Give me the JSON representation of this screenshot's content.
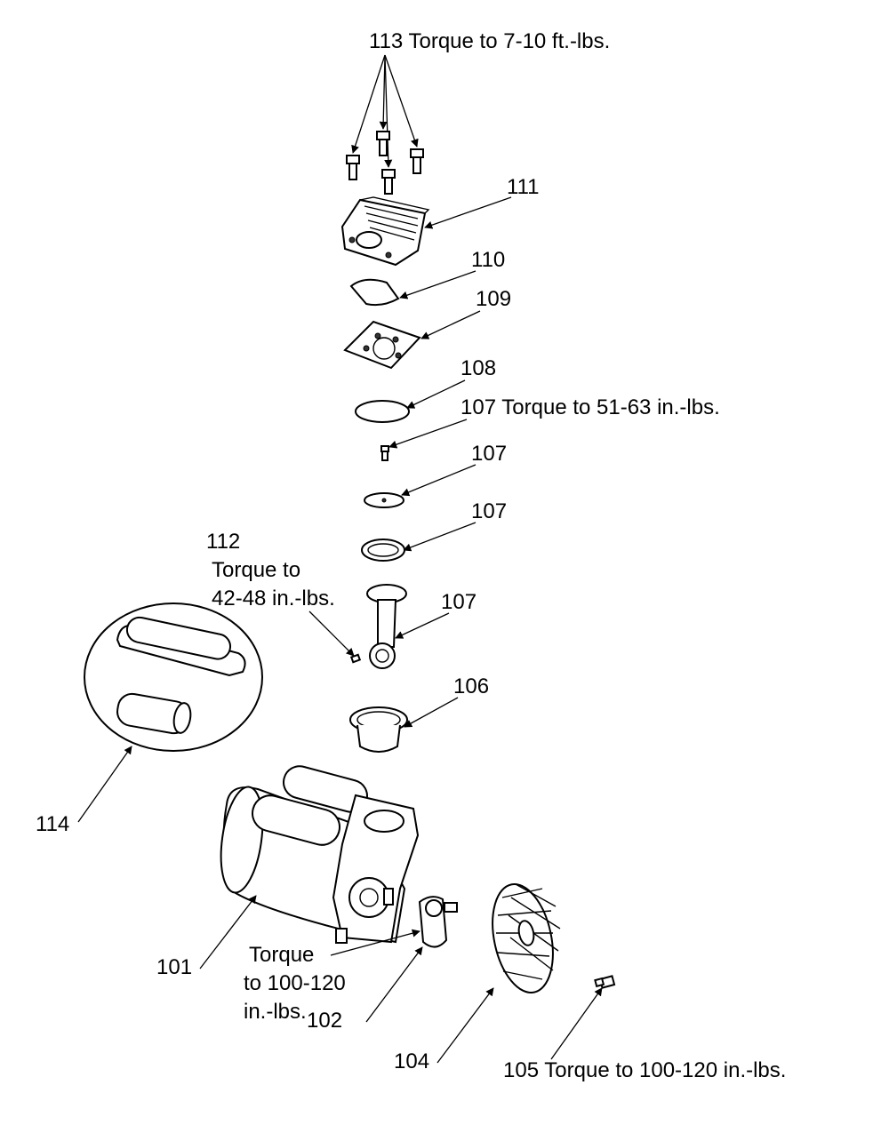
{
  "labels": {
    "l113": "113 Torque to 7-10 ft.-lbs.",
    "l111": "111",
    "l110": "110",
    "l109": "109",
    "l108": "108",
    "l107a": "107 Torque to 51-63 in.-lbs.",
    "l107b": "107",
    "l107c": "107",
    "l107d": "107",
    "l112_1": "112",
    "l112_2": "Torque to",
    "l112_3": "42-48 in.-lbs.",
    "l106": "106",
    "l114": "114",
    "l101": "101",
    "l102t_1": "Torque",
    "l102t_2": "to 100-120",
    "l102t_3": "in.-lbs.",
    "l102": "102",
    "l104": "104",
    "l105": "105 Torque to 100-120 in.-lbs."
  },
  "icons": [
    "bolt-icon",
    "cylinder-head-icon",
    "gasket-icon",
    "valve-plate-icon",
    "o-ring-icon",
    "screw-icon",
    "piston-plate-icon",
    "piston-ring-icon",
    "connecting-rod-icon",
    "cylinder-sleeve-icon",
    "motor-housing-icon",
    "eccentric-icon",
    "fan-icon",
    "bearing-detail-icon"
  ],
  "colors": {
    "ink": "#000000",
    "paper": "#ffffff"
  }
}
